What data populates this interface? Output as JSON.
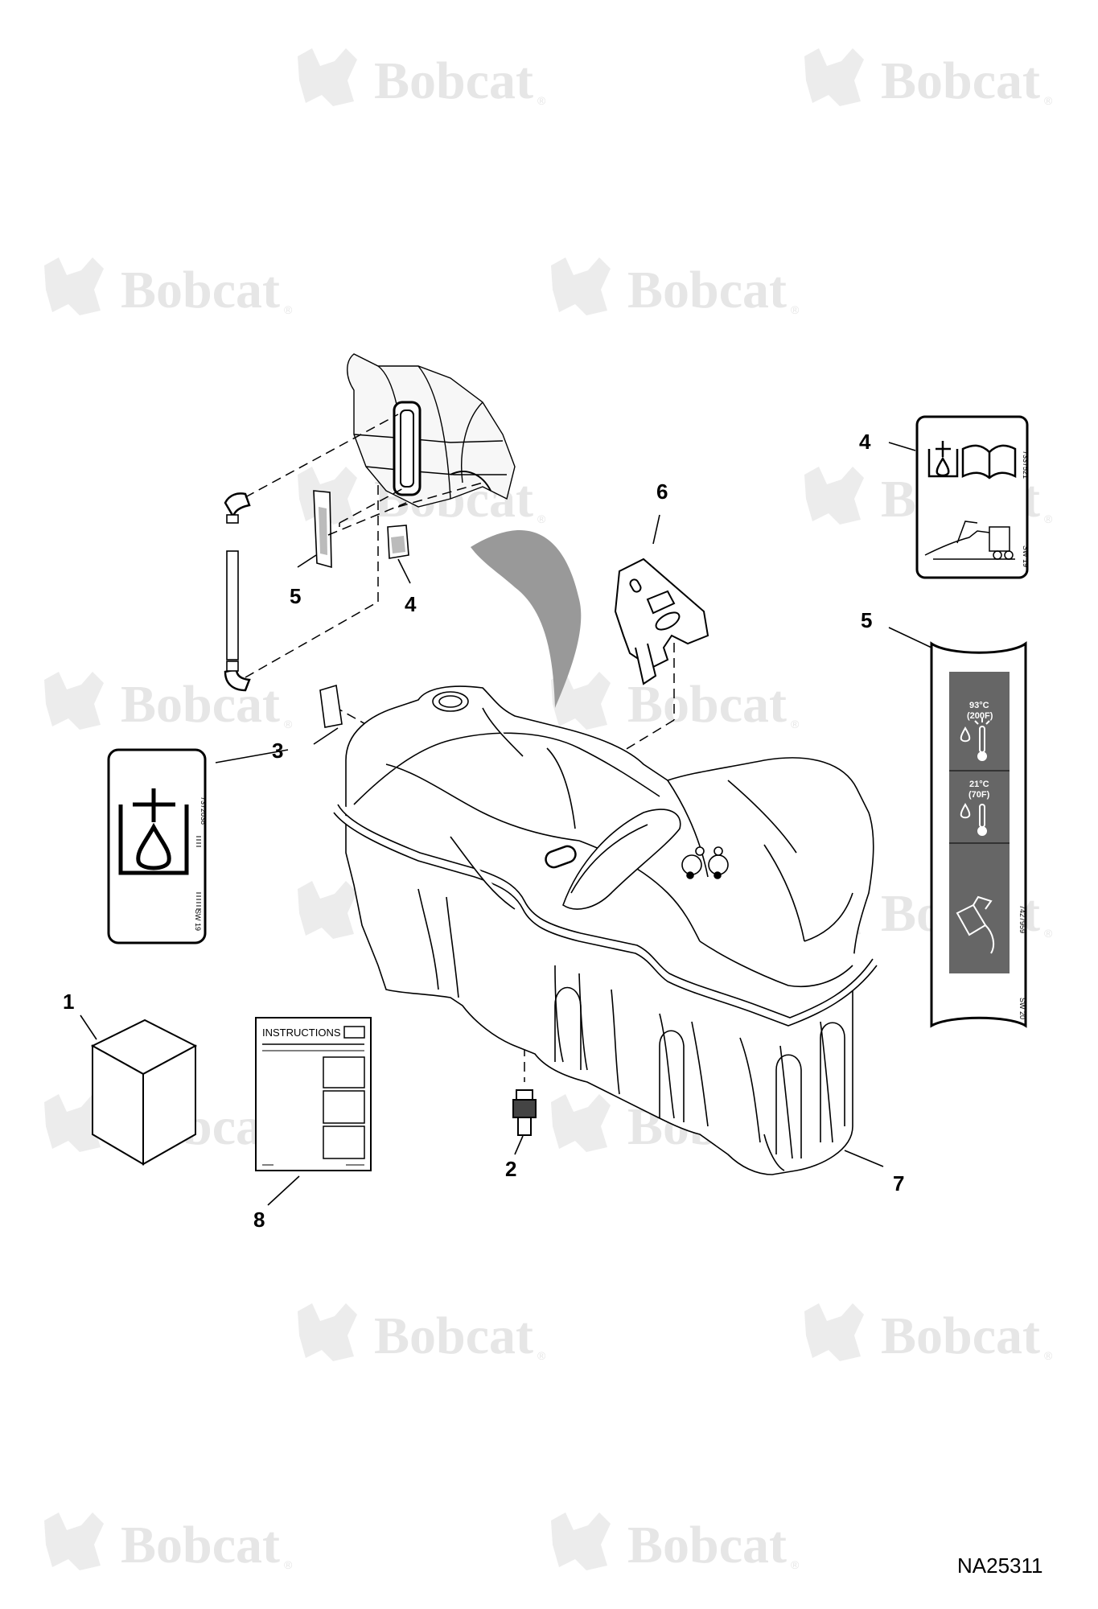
{
  "watermark": {
    "brand": "Bobcat",
    "registered": "®"
  },
  "callouts": [
    "1",
    "2",
    "3",
    "4",
    "4",
    "5",
    "5",
    "6",
    "7",
    "8"
  ],
  "instructions_sheet": {
    "title": "INSTRUCTIONS"
  },
  "decal_3": {
    "part_number": "7372038",
    "code": "SW 19"
  },
  "decal_4": {
    "part_number": "7337521",
    "code": "SW 19"
  },
  "decal_5": {
    "hot_temp": "93°C",
    "hot_temp_f": "(200F)",
    "cold_temp": "21°C",
    "cold_temp_f": "(70F)",
    "part_number": "7427959",
    "code": "SW 20"
  },
  "figure_id": "NA25311",
  "colors": {
    "line": "#000000",
    "watermark": "#e6e6e6",
    "arrow": "#999999",
    "decal_band": "#666666"
  }
}
